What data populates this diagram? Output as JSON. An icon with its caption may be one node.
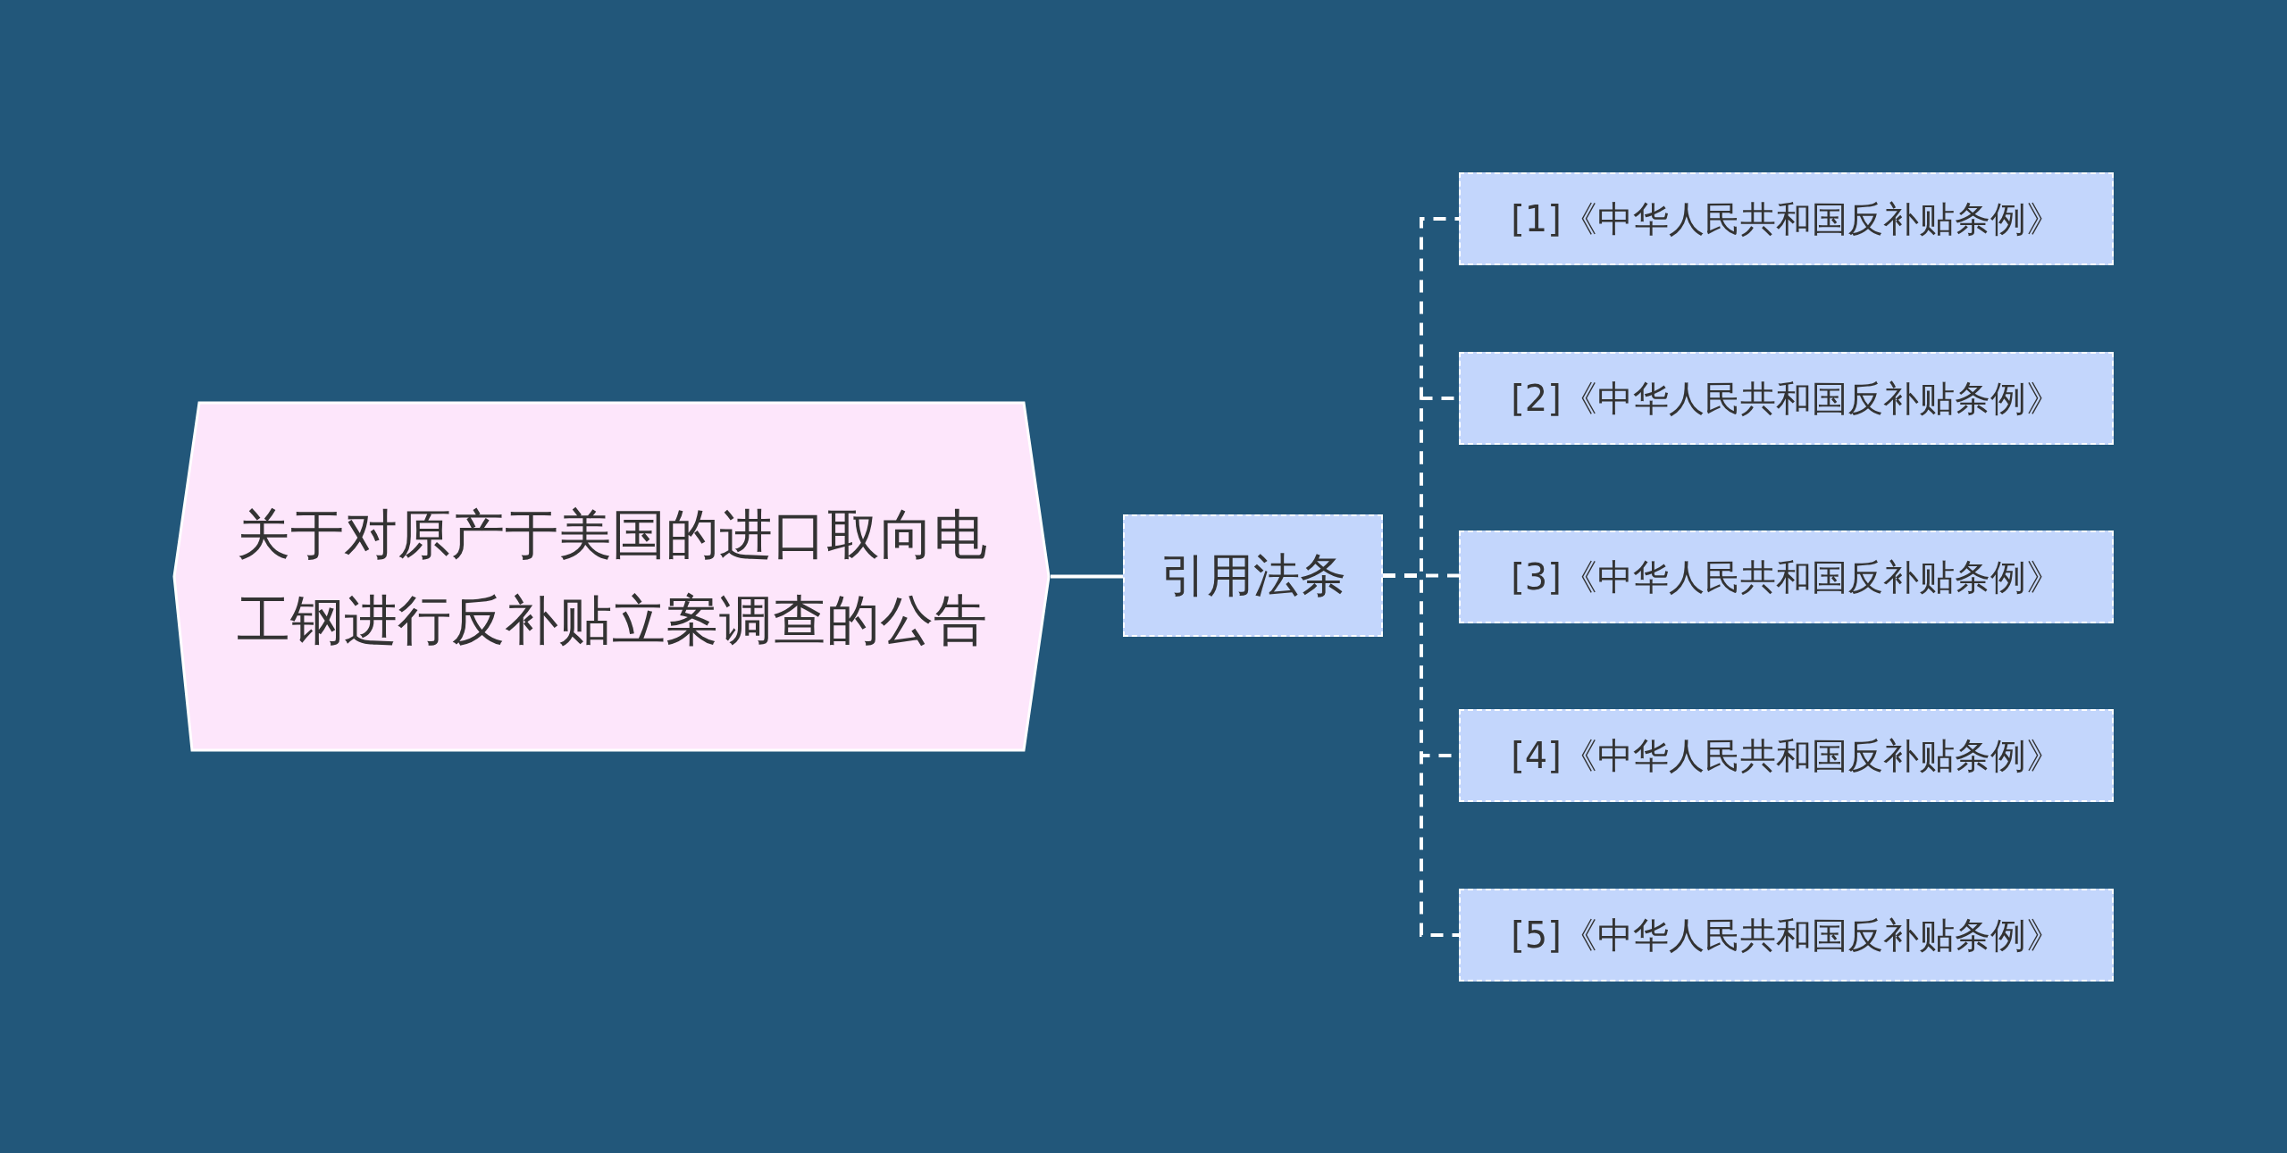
{
  "diagram": {
    "nodes": [
      {
        "text": [
          "关于对原产于美国的进口取向电工钢进行反补贴立案调查的公告"
        ]
      },
      {
        "text": [
          "引用法条"
        ]
      },
      {
        "text": [
          "[1]《中华人民共和国反补贴条例》"
        ]
      },
      {
        "text": [
          "[2]《中华人民共和国反补贴条例》"
        ]
      },
      {
        "text": [
          "[3]《中华人民共和国反补贴条例》"
        ]
      },
      {
        "text": [
          "[4]《中华人民共和国反补贴条例》"
        ]
      },
      {
        "text": [
          "[5]《中华人民共和国反补贴条例》"
        ]
      }
    ],
    "edges": [
      {
        "from": 0,
        "to": 1,
        "arrow": "none"
      },
      {
        "from": 1,
        "to": 2,
        "arrow": "none",
        "style": "dashed"
      },
      {
        "from": 1,
        "to": 3,
        "arrow": "none",
        "style": "dashed"
      },
      {
        "from": 1,
        "to": 4,
        "arrow": "none",
        "style": "dashed"
      },
      {
        "from": 1,
        "to": 5,
        "arrow": "none",
        "style": "dashed"
      },
      {
        "from": 1,
        "to": 6,
        "arrow": "none",
        "style": "dashed"
      }
    ]
  }
}
